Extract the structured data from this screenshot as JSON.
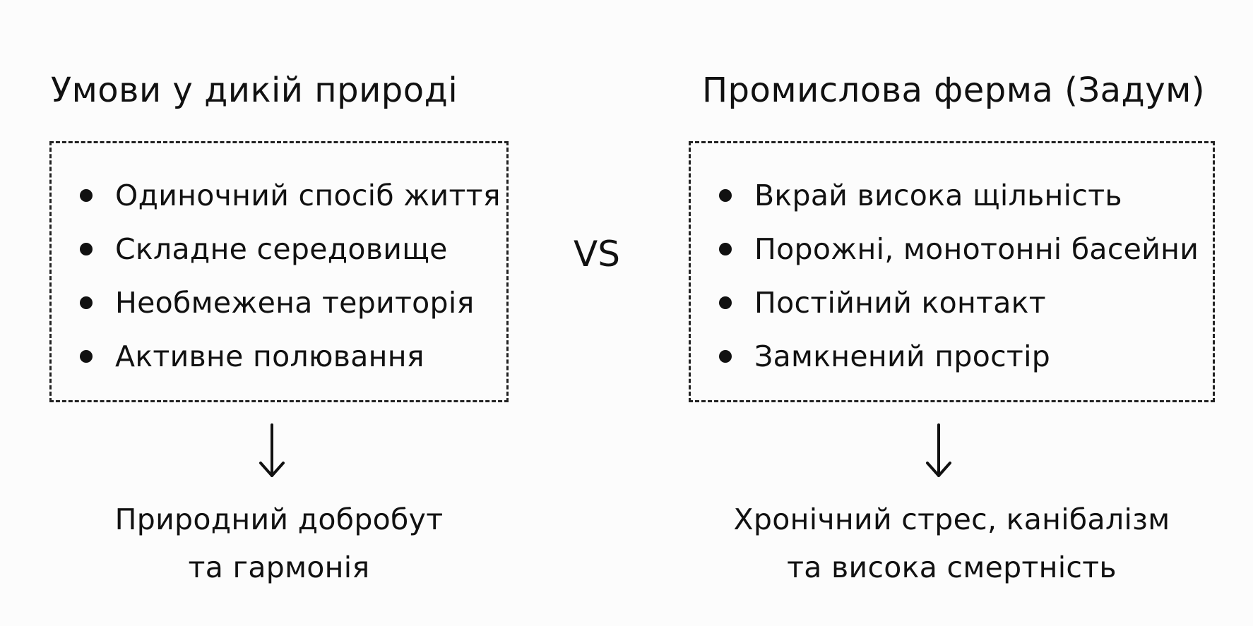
{
  "left": {
    "heading": "Умови у дикій природі",
    "items": [
      "Одиночний спосіб життя",
      "Складне середовище",
      "Необмежена територія",
      "Активне полювання"
    ],
    "outcome": [
      "Природний добробут",
      "та гармонія"
    ]
  },
  "vs": "VS",
  "right": {
    "heading": "Промислова ферма (Задум)",
    "items": [
      "Вкрай висока щільність",
      "Порожні, монотонні басейни",
      "Постійний контакт",
      "Замкнений простір"
    ],
    "outcome": [
      "Хронічний стрес, канібалізм",
      "та висока смертність"
    ]
  },
  "icons": {
    "bullet": "bullet-dot-icon",
    "arrow": "arrow-down-icon"
  },
  "colors": {
    "background": "#fcfcfc",
    "ink": "#111111"
  }
}
